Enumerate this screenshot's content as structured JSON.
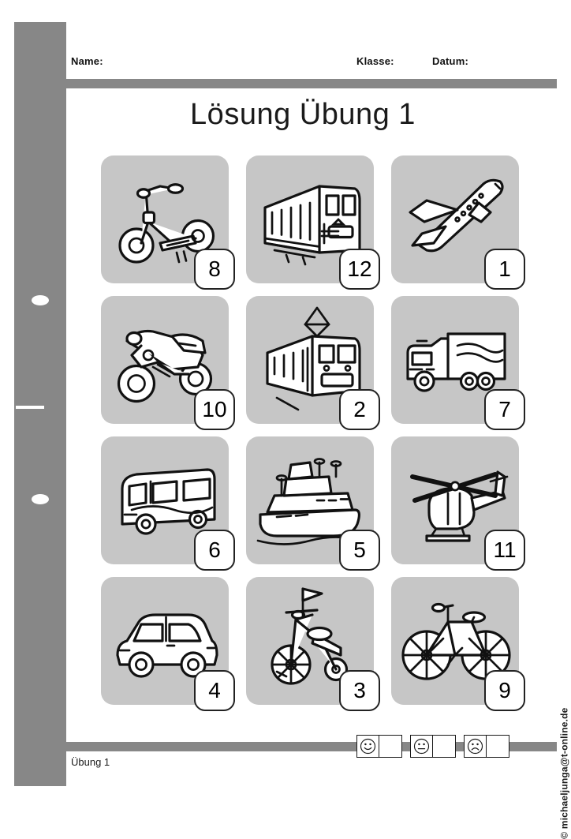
{
  "document": {
    "title": "Lösung Übung 1",
    "footer_label": "Übung 1",
    "copyright": "© michaeljunga@t-online.de"
  },
  "header": {
    "name_label": "Name:",
    "klasse_label": "Klasse:",
    "datum_label": "Datum:"
  },
  "colors": {
    "binder_gray": "#878787",
    "tile_gray": "#c6c6c6",
    "rule_gray": "#878787",
    "ink": "#1a1a1a",
    "paper": "#ffffff"
  },
  "grid": {
    "columns": 3,
    "rows": 4,
    "tiles": [
      {
        "number": "8",
        "icon": "scooter-icon",
        "subject": "Roller"
      },
      {
        "number": "12",
        "icon": "train-icon",
        "subject": "Zug"
      },
      {
        "number": "1",
        "icon": "airplane-icon",
        "subject": "Flugzeug"
      },
      {
        "number": "10",
        "icon": "motorcycle-icon",
        "subject": "Motorrad"
      },
      {
        "number": "2",
        "icon": "tram-icon",
        "subject": "Straßenbahn"
      },
      {
        "number": "7",
        "icon": "truck-icon",
        "subject": "Lastwagen"
      },
      {
        "number": "6",
        "icon": "bus-icon",
        "subject": "Bus"
      },
      {
        "number": "5",
        "icon": "ship-icon",
        "subject": "Schiff"
      },
      {
        "number": "11",
        "icon": "helicopter-icon",
        "subject": "Hubschrauber"
      },
      {
        "number": "4",
        "icon": "car-icon",
        "subject": "Auto"
      },
      {
        "number": "3",
        "icon": "tricycle-icon",
        "subject": "Dreirad"
      },
      {
        "number": "9",
        "icon": "bicycle-icon",
        "subject": "Fahrrad"
      }
    ]
  },
  "rating": {
    "options": [
      {
        "face": "happy-face-icon",
        "checked": false
      },
      {
        "face": "neutral-face-icon",
        "checked": false
      },
      {
        "face": "sad-face-icon",
        "checked": false
      }
    ]
  }
}
